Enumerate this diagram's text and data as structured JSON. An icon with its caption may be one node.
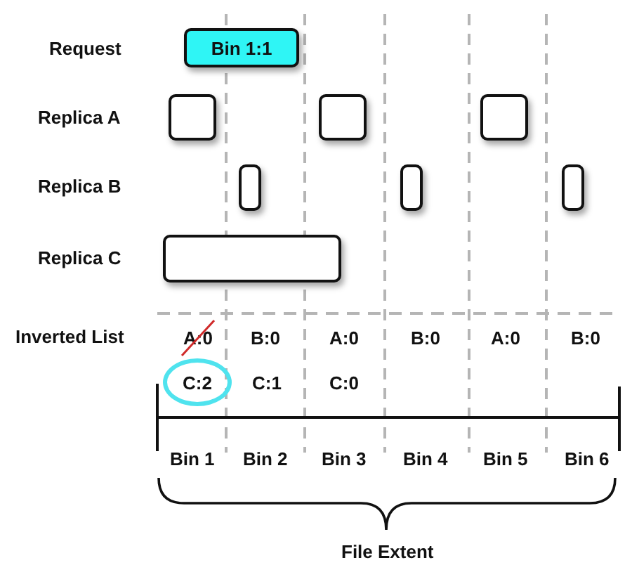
{
  "diagram": {
    "nodes": [
      {
        "text": [
          "Bin 1:1"
        ]
      },
      {
        "text": [],
        "shape": "box"
      },
      {
        "text": [],
        "shape": "box"
      },
      {
        "text": [],
        "shape": "box"
      },
      {
        "text": [],
        "shape": "box"
      },
      {
        "text": [],
        "shape": "box"
      },
      {
        "text": [],
        "shape": "box"
      },
      {
        "text": [],
        "shape": "box"
      },
      {
        "text": [
          "C:2"
        ]
      }
    ],
    "labels": [
      "Request",
      "Replica A",
      "Replica B",
      "Replica C",
      "Inverted List",
      "A:0",
      "B:0",
      "A:0",
      "B:0",
      "A:0",
      "B:0",
      "C:1",
      "C:0",
      "Bin 1",
      "Bin 2",
      "Bin 3",
      "Bin 4",
      "Bin 5",
      "Bin 6",
      "File Extent"
    ]
  }
}
